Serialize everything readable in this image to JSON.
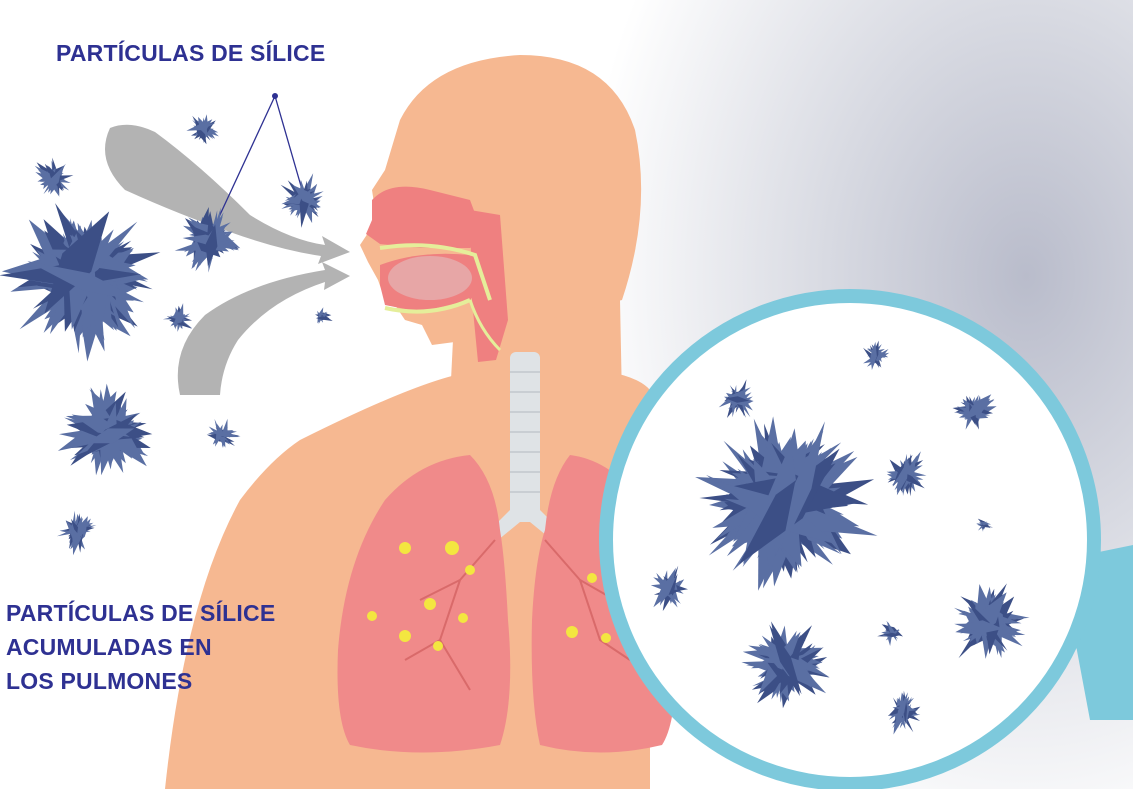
{
  "labels": {
    "top": "PARTÍCULAS DE SÍLICE",
    "bottom": [
      "PARTÍCULAS DE SÍLICE",
      "ACUMULADAS EN",
      "LOS PULMONES"
    ]
  },
  "colors": {
    "label_text": "#2e3192",
    "particle": "#5a6fa3",
    "particle_dark": "#3c4f86",
    "skin": "#f6b891",
    "nasal_cavity": "#ef8080",
    "lung": "#f08a8a",
    "lung_deposit": "#f3e640",
    "trachea": "#dfe3e6",
    "airflow_arrow": "#b3b3b3",
    "magnifier_ring": "#7dc9dc",
    "background_haze": "#c7cad6"
  },
  "icons": {
    "particle": "silica-particle-icon",
    "magnifier": "magnifying-glass-icon",
    "arrow": "airflow-arrow-icon"
  }
}
